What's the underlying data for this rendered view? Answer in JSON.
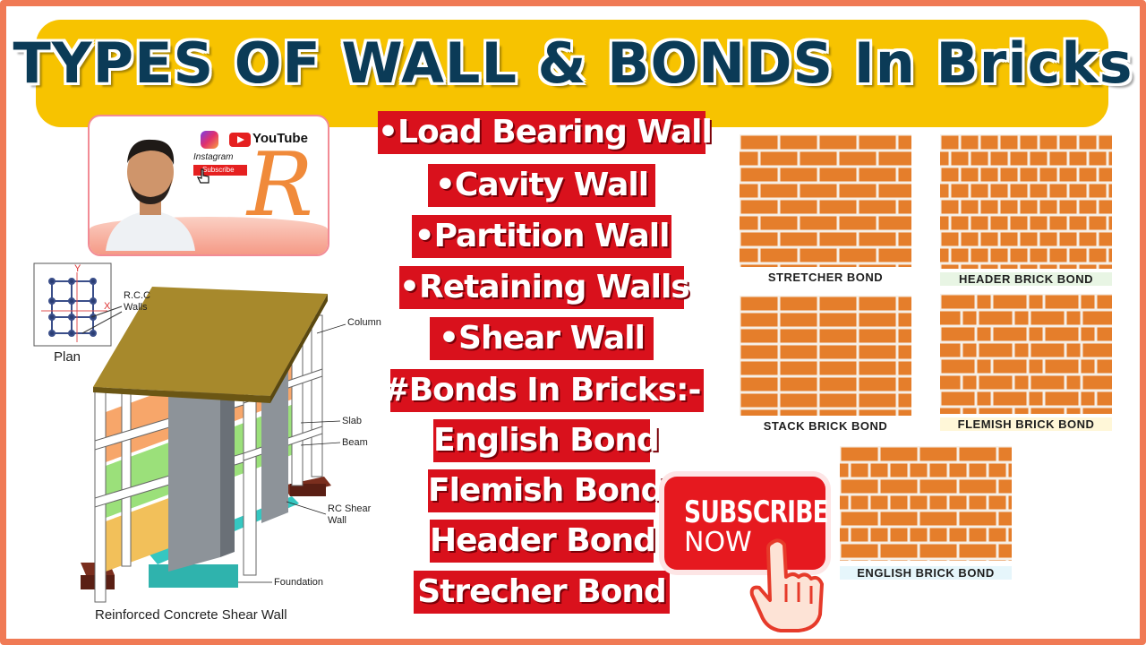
{
  "title": "TYPES OF WALL & BONDS In Bricks",
  "channel_card": {
    "social_youtube": "YouTube",
    "social_instagram": "Instagram",
    "subscribe_mini": "Subscribe",
    "logo_letter": "R"
  },
  "wall_types": [
    "•Load Bearing Wall",
    "•Cavity Wall",
    "•Partition Wall",
    "•Retaining Walls",
    "•Shear Wall"
  ],
  "bonds_heading": "#Bonds In Bricks:-",
  "bonds": [
    "English Bond",
    "Flemish Bond",
    "Header Bond",
    "Strecher Bond"
  ],
  "brick_panels": [
    {
      "caption": "STRETCHER BOND",
      "pattern": "stretcher"
    },
    {
      "caption": "HEADER BRICK BOND",
      "pattern": "header"
    },
    {
      "caption": "STACK BRICK BOND",
      "pattern": "stack"
    },
    {
      "caption": "FLEMISH BRICK BOND",
      "pattern": "flemish"
    },
    {
      "caption": "ENGLISH BRICK BOND",
      "pattern": "english"
    }
  ],
  "diagram": {
    "caption": "Reinforced Concrete Shear Wall",
    "plan_label": "Plan",
    "axis_x": "X",
    "axis_y": "Y",
    "rcc_walls": "R.C.C\nWalls",
    "column": "Column",
    "slab": "Slab",
    "beam": "Beam",
    "rc_shear_wall": "RC Shear\nWall",
    "foundation": "Foundation"
  },
  "subscribe": {
    "line1": "SUBSCRIBE",
    "line2": "NOW"
  },
  "colors": {
    "accent_red": "#d9111c",
    "banner_yellow": "#f7c300",
    "title_navy": "#0b3b57",
    "brick": "#e57e2b",
    "mortar": "#f6efe6"
  }
}
